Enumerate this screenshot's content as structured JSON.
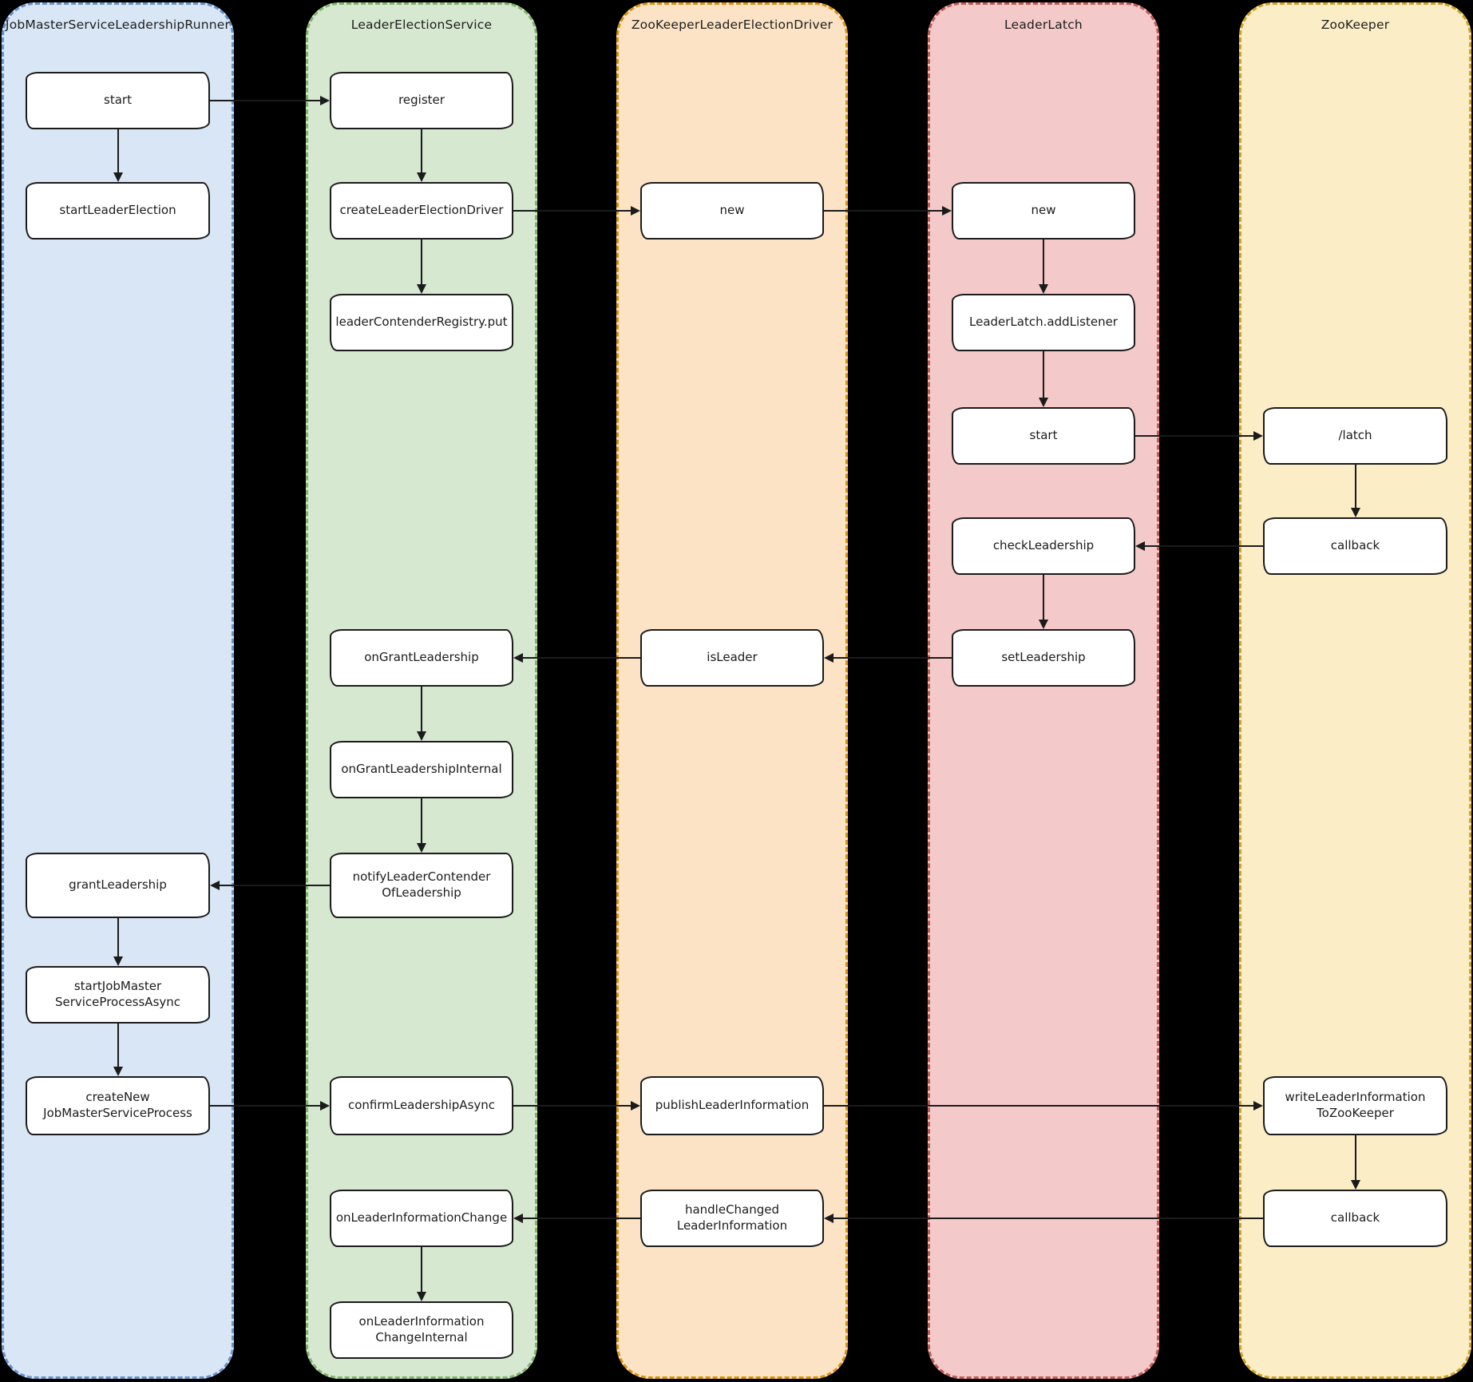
{
  "diagram": {
    "background_color": "#000000",
    "node_fill": "#ffffff",
    "node_stroke": "#1b1b1b",
    "arrow_color": "#1b1b1b",
    "lanes": [
      {
        "id": "job-master-service-leadership-runner",
        "title": "JobMasterServiceLeadershipRunner",
        "fill": "#d9e6f6",
        "stroke": "#6b93c9"
      },
      {
        "id": "leader-election-service",
        "title": "LeaderElectionService",
        "fill": "#d6e8d0",
        "stroke": "#82b36d"
      },
      {
        "id": "zookeeper-leader-election-driver",
        "title": "ZooKeeperLeaderElectionDriver",
        "fill": "#fce3c5",
        "stroke": "#d9930d"
      },
      {
        "id": "leader-latch",
        "title": "LeaderLatch",
        "fill": "#f4c9c9",
        "stroke": "#c05b56"
      },
      {
        "id": "zookeeper",
        "title": "ZooKeeper",
        "fill": "#fbedc6",
        "stroke": "#cda428"
      }
    ],
    "nodes": [
      {
        "id": "start-runner",
        "lane": "job-master-service-leadership-runner",
        "row": 1,
        "lines": [
          "start"
        ]
      },
      {
        "id": "start-leader-election",
        "lane": "job-master-service-leadership-runner",
        "row": 2,
        "lines": [
          "startLeaderElection"
        ]
      },
      {
        "id": "grant-leadership",
        "lane": "job-master-service-leadership-runner",
        "row": 8,
        "lines": [
          "grantLeadership"
        ]
      },
      {
        "id": "start-job-master-service-process-async",
        "lane": "job-master-service-leadership-runner",
        "row": 9,
        "lines": [
          "startJobMaster",
          "ServiceProcessAsync"
        ]
      },
      {
        "id": "create-new-job-master-service-process",
        "lane": "job-master-service-leadership-runner",
        "row": 10,
        "lines": [
          "createNew",
          "JobMasterServiceProcess"
        ]
      },
      {
        "id": "register",
        "lane": "leader-election-service",
        "row": 1,
        "lines": [
          "register"
        ]
      },
      {
        "id": "create-leader-election-driver",
        "lane": "leader-election-service",
        "row": 2,
        "lines": [
          "createLeaderElectionDriver"
        ]
      },
      {
        "id": "leader-contender-registry-put",
        "lane": "leader-election-service",
        "row": 3,
        "lines": [
          "leaderContenderRegistry.put"
        ]
      },
      {
        "id": "on-grant-leadership",
        "lane": "leader-election-service",
        "row": 6,
        "lines": [
          "onGrantLeadership"
        ]
      },
      {
        "id": "on-grant-leadership-internal",
        "lane": "leader-election-service",
        "row": 7,
        "lines": [
          "onGrantLeadershipInternal"
        ]
      },
      {
        "id": "notify-leader-contender-of-leadership",
        "lane": "leader-election-service",
        "row": 8,
        "lines": [
          "notifyLeaderContender",
          "OfLeadership"
        ]
      },
      {
        "id": "confirm-leadership-async",
        "lane": "leader-election-service",
        "row": 10,
        "lines": [
          "confirmLeadershipAsync"
        ]
      },
      {
        "id": "on-leader-information-change",
        "lane": "leader-election-service",
        "row": 11,
        "lines": [
          "onLeaderInformationChange"
        ]
      },
      {
        "id": "on-leader-information-change-internal",
        "lane": "leader-election-service",
        "row": 12,
        "lines": [
          "onLeaderInformation",
          "ChangeInternal"
        ]
      },
      {
        "id": "new-driver",
        "lane": "zookeeper-leader-election-driver",
        "row": 2,
        "lines": [
          "new"
        ]
      },
      {
        "id": "is-leader",
        "lane": "zookeeper-leader-election-driver",
        "row": 6,
        "lines": [
          "isLeader"
        ]
      },
      {
        "id": "publish-leader-information",
        "lane": "zookeeper-leader-election-driver",
        "row": 10,
        "lines": [
          "publishLeaderInformation"
        ]
      },
      {
        "id": "handle-changed-leader-information",
        "lane": "zookeeper-leader-election-driver",
        "row": 11,
        "lines": [
          "handleChanged",
          "LeaderInformation"
        ]
      },
      {
        "id": "new-latch",
        "lane": "leader-latch",
        "row": 2,
        "lines": [
          "new"
        ]
      },
      {
        "id": "leader-latch-add-listener",
        "lane": "leader-latch",
        "row": 3,
        "lines": [
          "LeaderLatch.addListener"
        ]
      },
      {
        "id": "start-latch",
        "lane": "leader-latch",
        "row": 4,
        "lines": [
          "start"
        ]
      },
      {
        "id": "check-leadership",
        "lane": "leader-latch",
        "row": 5,
        "lines": [
          "checkLeadership"
        ]
      },
      {
        "id": "set-leadership",
        "lane": "leader-latch",
        "row": 6,
        "lines": [
          "setLeadership"
        ]
      },
      {
        "id": "zk-latch-node",
        "lane": "zookeeper",
        "row": 4,
        "lines": [
          "/latch"
        ]
      },
      {
        "id": "zk-callback-top",
        "lane": "zookeeper",
        "row": 5,
        "lines": [
          "callback"
        ]
      },
      {
        "id": "write-leader-information-to-zookeeper",
        "lane": "zookeeper",
        "row": 10,
        "lines": [
          "writeLeaderInformation",
          "ToZooKeeper"
        ]
      },
      {
        "id": "zk-callback-bottom",
        "lane": "zookeeper",
        "row": 11,
        "lines": [
          "callback"
        ]
      }
    ],
    "edges": [
      {
        "from": "start-runner",
        "to": "start-leader-election",
        "dir": "down"
      },
      {
        "from": "start-runner",
        "to": "register",
        "dir": "right"
      },
      {
        "from": "register",
        "to": "create-leader-election-driver",
        "dir": "down"
      },
      {
        "from": "create-leader-election-driver",
        "to": "leader-contender-registry-put",
        "dir": "down"
      },
      {
        "from": "create-leader-election-driver",
        "to": "new-driver",
        "dir": "right"
      },
      {
        "from": "new-driver",
        "to": "new-latch",
        "dir": "right"
      },
      {
        "from": "new-latch",
        "to": "leader-latch-add-listener",
        "dir": "down"
      },
      {
        "from": "leader-latch-add-listener",
        "to": "start-latch",
        "dir": "down"
      },
      {
        "from": "start-latch",
        "to": "zk-latch-node",
        "dir": "right"
      },
      {
        "from": "zk-latch-node",
        "to": "zk-callback-top",
        "dir": "down"
      },
      {
        "from": "zk-callback-top",
        "to": "check-leadership",
        "dir": "left"
      },
      {
        "from": "check-leadership",
        "to": "set-leadership",
        "dir": "down"
      },
      {
        "from": "set-leadership",
        "to": "is-leader",
        "dir": "left"
      },
      {
        "from": "is-leader",
        "to": "on-grant-leadership",
        "dir": "left"
      },
      {
        "from": "on-grant-leadership",
        "to": "on-grant-leadership-internal",
        "dir": "down"
      },
      {
        "from": "on-grant-leadership-internal",
        "to": "notify-leader-contender-of-leadership",
        "dir": "down"
      },
      {
        "from": "notify-leader-contender-of-leadership",
        "to": "grant-leadership",
        "dir": "left"
      },
      {
        "from": "grant-leadership",
        "to": "start-job-master-service-process-async",
        "dir": "down"
      },
      {
        "from": "start-job-master-service-process-async",
        "to": "create-new-job-master-service-process",
        "dir": "down"
      },
      {
        "from": "create-new-job-master-service-process",
        "to": "confirm-leadership-async",
        "dir": "right"
      },
      {
        "from": "confirm-leadership-async",
        "to": "publish-leader-information",
        "dir": "right"
      },
      {
        "from": "publish-leader-information",
        "to": "write-leader-information-to-zookeeper",
        "dir": "right"
      },
      {
        "from": "write-leader-information-to-zookeeper",
        "to": "zk-callback-bottom",
        "dir": "down"
      },
      {
        "from": "zk-callback-bottom",
        "to": "handle-changed-leader-information",
        "dir": "left"
      },
      {
        "from": "handle-changed-leader-information",
        "to": "on-leader-information-change",
        "dir": "left"
      },
      {
        "from": "on-leader-information-change",
        "to": "on-leader-information-change-internal",
        "dir": "down"
      }
    ]
  }
}
